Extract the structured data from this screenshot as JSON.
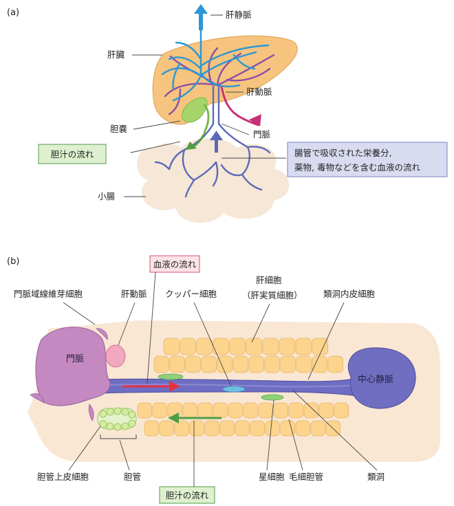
{
  "panel_a": {
    "panel_label": "(a)",
    "labels": {
      "hepatic_vein": "肝静脈",
      "liver": "肝臓",
      "hepatic_artery": "肝動脈",
      "gallbladder": "胆嚢",
      "portal_vein": "門脈",
      "small_intestine": "小腸"
    },
    "bile_flow_box": "胆汁の流れ",
    "nutrient_box_line1": "腸管で吸収された栄養分,",
    "nutrient_box_line2": "薬物, 毒物などを含む血液の流れ"
  },
  "panel_b": {
    "panel_label": "(b)",
    "blood_flow_box": "血液の流れ",
    "bile_flow_box": "胆汁の流れ",
    "labels": {
      "periportal_fibroblast": "門脈域線維芽細胞",
      "hepatic_artery": "肝動脈",
      "kupffer_cell": "クッパー細胞",
      "hepatocyte_line1": "肝細胞",
      "hepatocyte_line2": "（肝実質細胞）",
      "sinusoid_endothelial": "類洞内皮細胞",
      "portal_vein": "門脈",
      "central_vein": "中心静脈",
      "bile_duct_epithelial": "胆管上皮細胞",
      "bile_duct": "胆管",
      "stellate_cell": "星細胞",
      "bile_canaliculus": "毛細胆管",
      "sinusoid": "類洞"
    }
  },
  "colors": {
    "liver_fill": "#f6c47e",
    "vein_blue": "#2a97d6",
    "portal_purple": "#5b6ab8",
    "artery_magenta": "#c6327a",
    "bile_green": "#79b84a",
    "bile_box_bg": "#dff0d0",
    "bile_box_border": "#4f9d45",
    "blood_box_bg": "#fce3e8",
    "blood_box_border": "#d94f74",
    "nutrient_box_bg": "#d9dcf1",
    "nutrient_box_border": "#7d82bd",
    "intestine": "#f6e7d6",
    "lobule_bg": "#f9e7d3",
    "portal_vein_cell": "#c389c0",
    "central_vein_cell": "#6f6ec0",
    "hepatocyte": "#fdd48e",
    "red_arrow": "#e53043"
  }
}
